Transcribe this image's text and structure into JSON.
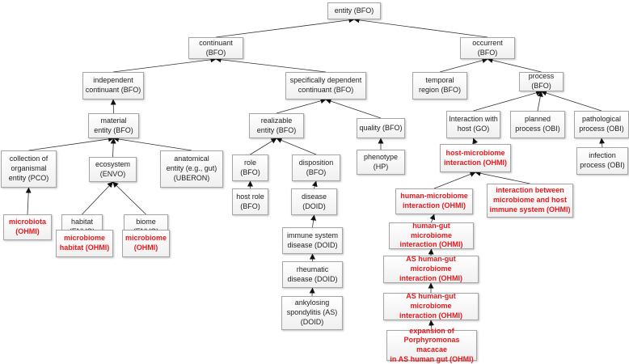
{
  "nodes": [
    {
      "id": "entity",
      "label": "entity (BFO)",
      "highlight": false
    },
    {
      "id": "continuant",
      "label": "continuant\n(BFO)",
      "highlight": false
    },
    {
      "id": "occurrent",
      "label": "occurrent\n(BFO)",
      "highlight": false
    },
    {
      "id": "independent",
      "label": "independent\ncontinuant (BFO)",
      "highlight": false
    },
    {
      "id": "specdep",
      "label": "specifically dependent\ncontinuant (BFO)",
      "highlight": false
    },
    {
      "id": "temporal",
      "label": "temporal\nregion (BFO)",
      "highlight": false
    },
    {
      "id": "process",
      "label": "process\n(BFO)",
      "highlight": false
    },
    {
      "id": "material",
      "label": "material\nentity (BFO)",
      "highlight": false
    },
    {
      "id": "realizable",
      "label": "realizable\nentity (BFO)",
      "highlight": false
    },
    {
      "id": "quality",
      "label": "quality (BFO)",
      "highlight": false
    },
    {
      "id": "interhost",
      "label": "Interaction with\nhost (GO)",
      "highlight": false
    },
    {
      "id": "planned",
      "label": "planned\nprocess (OBI)",
      "highlight": false
    },
    {
      "id": "pathological",
      "label": "pathological\nprocess (OBI)",
      "highlight": false
    },
    {
      "id": "collection",
      "label": "collection of\norganismal\nentity (PCO)",
      "highlight": false
    },
    {
      "id": "ecosystem",
      "label": "ecosystem\n(ENVO)",
      "highlight": false
    },
    {
      "id": "anatomical",
      "label": "anatomical\nentity (e.g., gut)\n(UBERON)",
      "highlight": false
    },
    {
      "id": "role",
      "label": "role\n(BFO)",
      "highlight": false
    },
    {
      "id": "disposition",
      "label": "disposition\n(BFO)",
      "highlight": false
    },
    {
      "id": "phenotype",
      "label": "phenotype\n(HP)",
      "highlight": false
    },
    {
      "id": "hostmicro",
      "label": "host-microbiome\ninteraction (OHMI)",
      "highlight": true
    },
    {
      "id": "infection",
      "label": "infection\nprocess (OBI)",
      "highlight": false
    },
    {
      "id": "microbiota",
      "label": "microbiota\n(OHMI)",
      "highlight": true
    },
    {
      "id": "habitat",
      "label": "habitat\n(ENVO)",
      "highlight": false
    },
    {
      "id": "biome",
      "label": "biome\n(ENVO)",
      "highlight": false
    },
    {
      "id": "hostrole",
      "label": "host role\n(BFO)",
      "highlight": false
    },
    {
      "id": "disease",
      "label": "disease\n(DOID)",
      "highlight": false
    },
    {
      "id": "humanmicro",
      "label": "human-microbiome\ninteraction (OHMI)",
      "highlight": true
    },
    {
      "id": "immuneint",
      "label": "interaction between\nmicrobiome and host\nimmune system (OHMI)",
      "highlight": true
    },
    {
      "id": "microhabitat",
      "label": "microbiome\nhabitat (OHMI)",
      "highlight": true
    },
    {
      "id": "microbiome",
      "label": "microbiome\n(OHMI)",
      "highlight": true
    },
    {
      "id": "immunedisease",
      "label": "immune system\ndisease (DOID)",
      "highlight": false
    },
    {
      "id": "humangut",
      "label": "human-gut microbiome\ninteraction (OHMI)",
      "highlight": true
    },
    {
      "id": "rheumatic",
      "label": "rheumatic\ndisease (DOID)",
      "highlight": false
    },
    {
      "id": "ashumangut1",
      "label": "AS human-gut microbiome\ninteraction (OHMI)",
      "highlight": true
    },
    {
      "id": "as",
      "label": "ankylosing\nspondylitis (AS)\n(DOID)",
      "highlight": false
    },
    {
      "id": "ashumangut2",
      "label": "AS human-gut microbiome\ninteraction (OHMI)",
      "highlight": true
    },
    {
      "id": "expansion",
      "label": "expansion of\nPorphyromonas macacae\nin AS human gut (OHMI)",
      "highlight": true
    }
  ],
  "edges": [
    [
      "continuant",
      "entity"
    ],
    [
      "occurrent",
      "entity"
    ],
    [
      "independent",
      "continuant"
    ],
    [
      "specdep",
      "continuant"
    ],
    [
      "temporal",
      "occurrent"
    ],
    [
      "process",
      "occurrent"
    ],
    [
      "material",
      "independent"
    ],
    [
      "realizable",
      "specdep"
    ],
    [
      "quality",
      "specdep"
    ],
    [
      "interhost",
      "process"
    ],
    [
      "planned",
      "process"
    ],
    [
      "pathological",
      "process"
    ],
    [
      "collection",
      "material"
    ],
    [
      "ecosystem",
      "material"
    ],
    [
      "anatomical",
      "material"
    ],
    [
      "role",
      "realizable"
    ],
    [
      "disposition",
      "realizable"
    ],
    [
      "phenotype",
      "quality"
    ],
    [
      "hostmicro",
      "interhost"
    ],
    [
      "infection",
      "pathological"
    ],
    [
      "microbiota",
      "collection"
    ],
    [
      "habitat",
      "ecosystem"
    ],
    [
      "biome",
      "ecosystem"
    ],
    [
      "hostrole",
      "role"
    ],
    [
      "disease",
      "disposition"
    ],
    [
      "humanmicro",
      "hostmicro"
    ],
    [
      "immuneint",
      "hostmicro"
    ],
    [
      "microhabitat",
      "habitat"
    ],
    [
      "microbiome",
      "biome"
    ],
    [
      "immunedisease",
      "disease"
    ],
    [
      "humangut",
      "humanmicro"
    ],
    [
      "rheumatic",
      "immunedisease"
    ],
    [
      "ashumangut1",
      "humangut"
    ],
    [
      "as",
      "rheumatic"
    ],
    [
      "ashumangut2",
      "ashumangut1"
    ],
    [
      "expansion",
      "ashumangut2"
    ]
  ]
}
